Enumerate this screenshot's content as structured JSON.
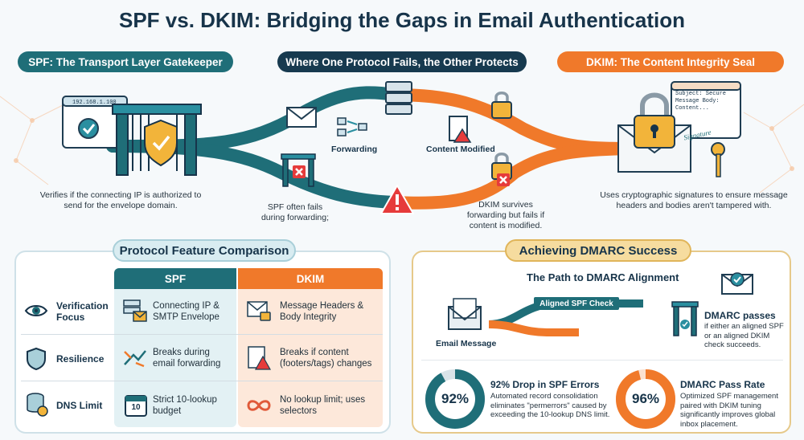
{
  "title": "SPF vs. DKIM: Bridging the Gaps in Email Authentication",
  "headers": {
    "spf": "SPF: The Transport Layer Gatekeeper",
    "middle": "Where One Protocol Fails, the Other Protects",
    "dkim": "DKIM: The Content Integrity Seal"
  },
  "top": {
    "ip_label": "192.168.1.100",
    "spf_caption": "Verifies if the connecting IP is authorized to send for the envelope domain.",
    "forwarding": "Forwarding",
    "content_modified": "Content Modified",
    "spf_fail": "SPF often fails during forwarding;",
    "dkim_survives": "DKIM survives forwarding but fails if content is modified.",
    "dkim_caption": "Uses cryptographic signatures to ensure message headers and bodies aren't tampered with.",
    "doc_text": "Subject: Secure Message Body: Content...",
    "signature": "Signature"
  },
  "comparison": {
    "heading": "Protocol Feature Comparison",
    "col_spf": "SPF",
    "col_dkim": "DKIM",
    "rows": [
      {
        "label": "Verification Focus",
        "spf": "Connecting IP & SMTP Envelope",
        "dkim": "Message Headers & Body Integrity"
      },
      {
        "label": "Resilience",
        "spf": "Breaks during email forwarding",
        "dkim": "Breaks if content (footers/tags) changes"
      },
      {
        "label": "DNS Limit",
        "spf": "Strict 10-lookup budget",
        "dkim": "No lookup limit; uses selectors"
      }
    ],
    "calendar_number": "10"
  },
  "dmarc": {
    "heading": "Achieving DMARC Success",
    "subheading": "The Path to DMARC Alignment",
    "email_label": "Email Message",
    "aligned_label": "Aligned SPF Check",
    "passes_title": "DMARC passes",
    "passes_text": "if either an aligned SPF or an aligned DKIM check succeeds.",
    "stat1": {
      "value": 92,
      "display": "92%",
      "title": "92% Drop in SPF Errors",
      "text": "Automated record consolidation eliminates \"permerrors\" caused by exceeding the 10-lookup DNS limit."
    },
    "stat2": {
      "value": 96,
      "display": "96%",
      "title": "DMARC Pass Rate",
      "text": "Optimized SPF management paired with DKIM tuning significantly improves global inbox placement."
    }
  },
  "colors": {
    "teal": "#1f6e78",
    "orange": "#f0792a",
    "navy": "#173a4f",
    "gold": "#e0b55a"
  }
}
